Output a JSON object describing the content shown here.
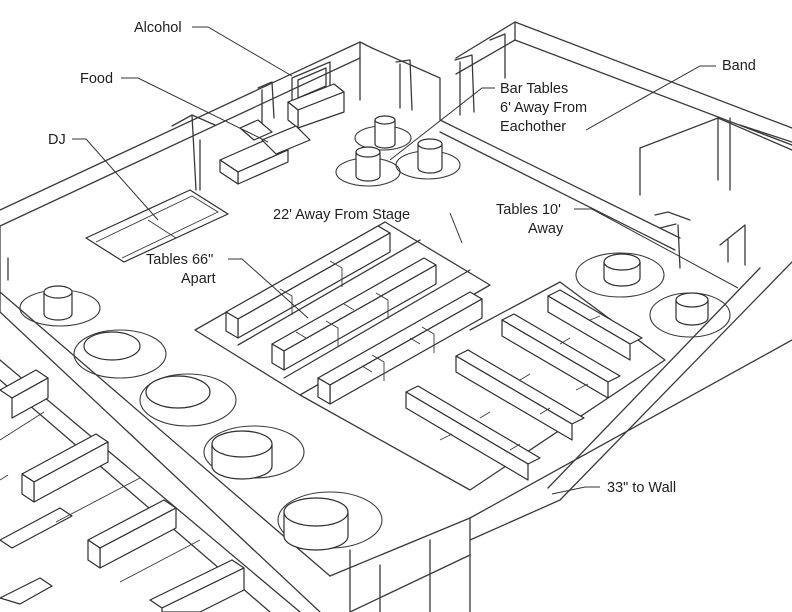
{
  "labels": {
    "alcohol": "Alcohol",
    "food": "Food",
    "dj": "DJ",
    "bar_tables_1": "Bar Tables",
    "bar_tables_2": "6' Away From",
    "bar_tables_3": "Eachother",
    "band": "Band",
    "stage_distance": "22' Away From Stage",
    "tables_10_1": "Tables 10'",
    "tables_10_2": "Away",
    "tables_66_1": "Tables 66\"",
    "tables_66_2": "Apart",
    "wall_gap": "33\" to Wall"
  }
}
